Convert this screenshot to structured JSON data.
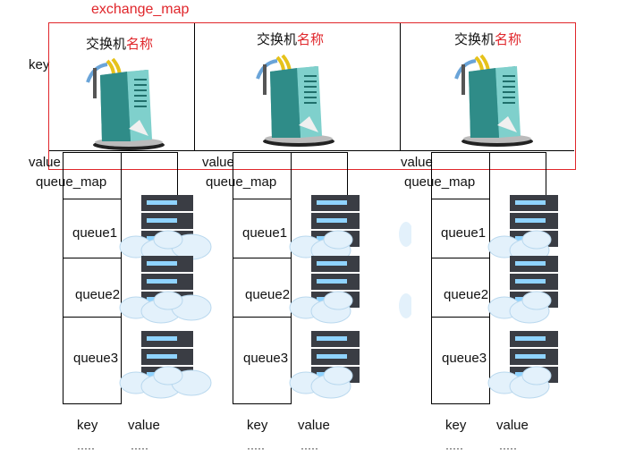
{
  "diagram": {
    "title": "exchange_map",
    "key_label": "key",
    "exchange_label_prefix": "交换机",
    "exchange_label_suffix": "名称",
    "value_label": "value",
    "queue_map_label": "queue_map",
    "queues": [
      "queue1",
      "queue2",
      "queue3"
    ],
    "footer_key": "key",
    "footer_value": "value",
    "footer_dots": "·····",
    "colors": {
      "accent": "#e0262b",
      "line": "#000000"
    }
  }
}
